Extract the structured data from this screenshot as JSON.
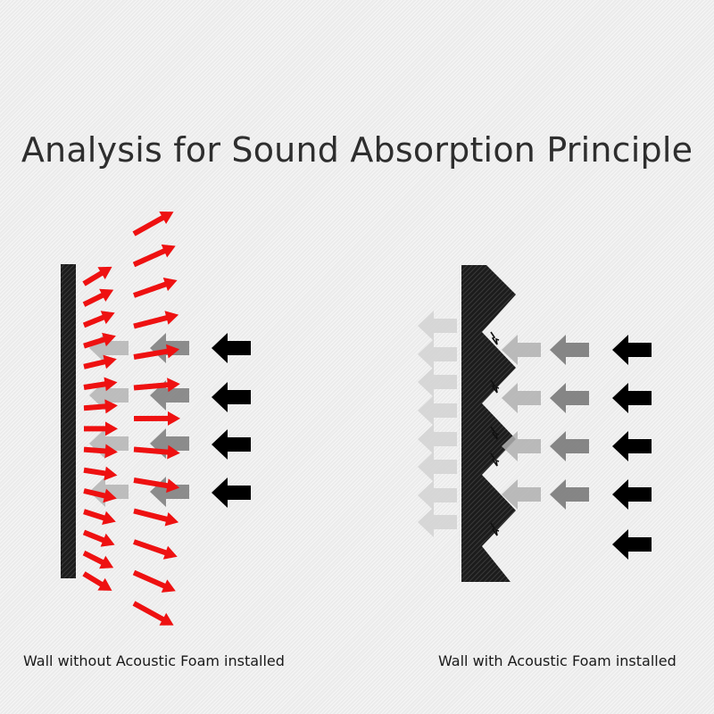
{
  "title": "Analysis for Sound Absorption Principle",
  "panels": [
    {
      "caption": "Wall without Acoustic Foam installed"
    },
    {
      "caption": "Wall with Acoustic Foam installed"
    }
  ],
  "colors": {
    "wall": "#1c1c1c",
    "incident_arrow": "#000000",
    "reflected_arrow": "#ee1111",
    "faded_arrow_dark": "#7a7a7a",
    "faded_arrow_mid": "#b0b0b0",
    "faded_arrow_light": "#d2d2d2"
  }
}
